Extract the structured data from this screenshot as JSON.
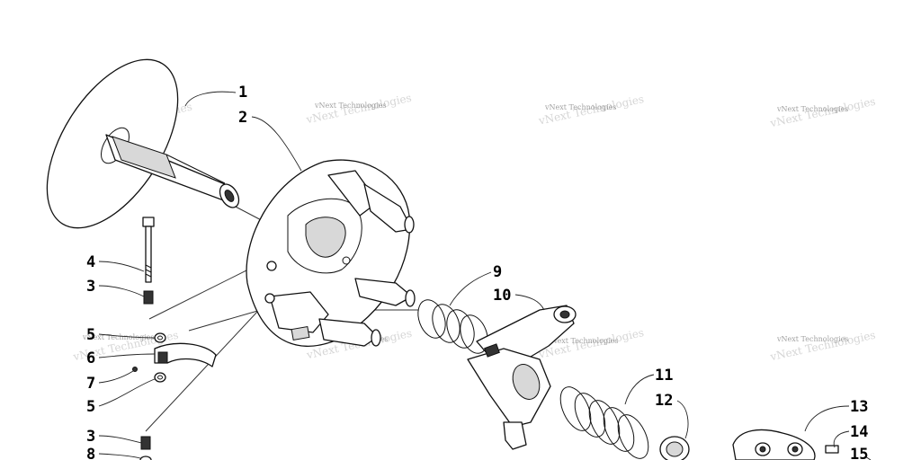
{
  "diagram": {
    "watermark": "vNext Technologies",
    "callouts": [
      {
        "id": "c1",
        "label": "1"
      },
      {
        "id": "c2",
        "label": "2"
      },
      {
        "id": "c4",
        "label": "4"
      },
      {
        "id": "c3a",
        "label": "3"
      },
      {
        "id": "c5a",
        "label": "5"
      },
      {
        "id": "c6",
        "label": "6"
      },
      {
        "id": "c7",
        "label": "7"
      },
      {
        "id": "c5b",
        "label": "5"
      },
      {
        "id": "c3b",
        "label": "3"
      },
      {
        "id": "c8",
        "label": "8"
      },
      {
        "id": "c9",
        "label": "9"
      },
      {
        "id": "c10",
        "label": "10"
      },
      {
        "id": "c11",
        "label": "11"
      },
      {
        "id": "c12",
        "label": "12"
      },
      {
        "id": "c13",
        "label": "13"
      },
      {
        "id": "c14",
        "label": "14"
      },
      {
        "id": "c15",
        "label": "15"
      }
    ]
  }
}
